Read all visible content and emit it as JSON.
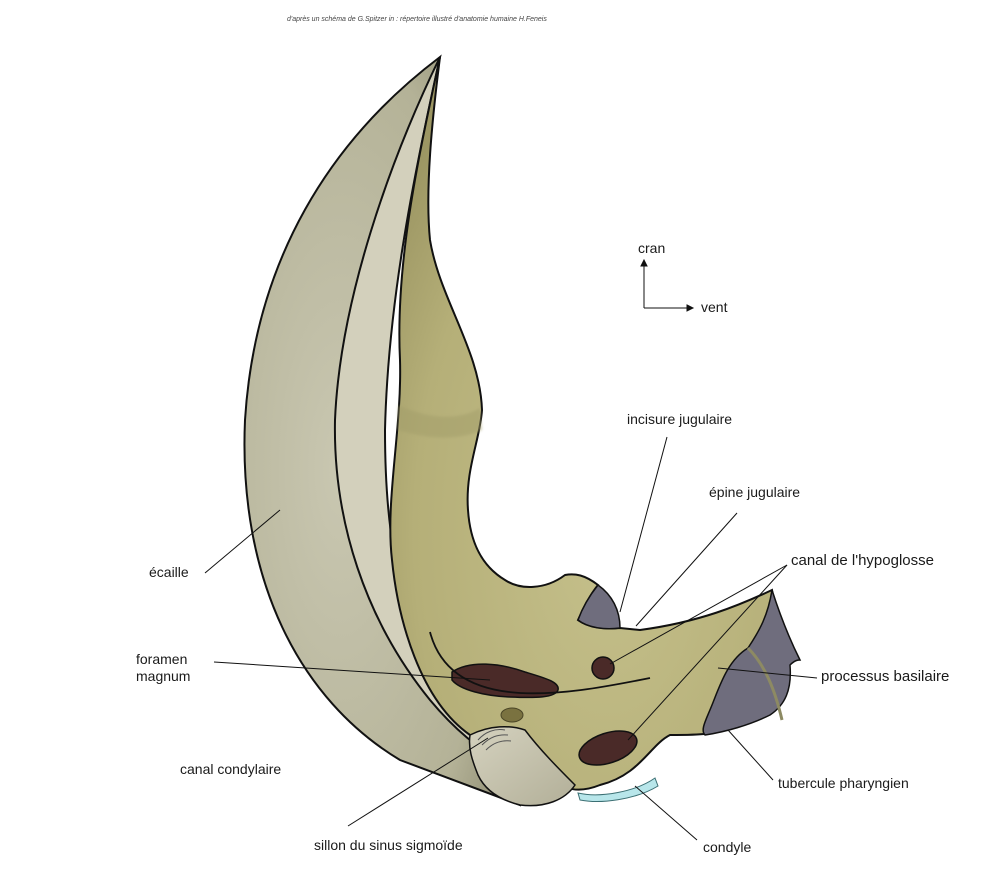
{
  "credit": "d'après un schéma de G.Spitzer in : répertoire illustré d'anatomie humaine  H.Feneis",
  "orientation": {
    "up": "cran",
    "right": "vent"
  },
  "labels": {
    "incisure_jugulaire": "incisure jugulaire",
    "epine_jugulaire": "épine jugulaire",
    "canal_hypoglosse": "canal de l'hypoglosse",
    "processus_basilaire": "processus basilaire",
    "tubercule_pharyngien": "tubercule pharyngien",
    "ecaille": "écaille",
    "foramen_magnum": "foramen\nmagnum",
    "canal_condylaire": "canal condylaire",
    "sillon_sinus": "sillon du sinus sigmoïde",
    "condyle": "condyle"
  },
  "colors": {
    "scale_grey": "#bdbba3",
    "bone_olive": "#b8b37d",
    "cortex_light": "#d3d0bc",
    "dark_hole": "#4a2a28",
    "slate": "#6f6d7d",
    "condyle_cyan": "#b8e6ea"
  }
}
